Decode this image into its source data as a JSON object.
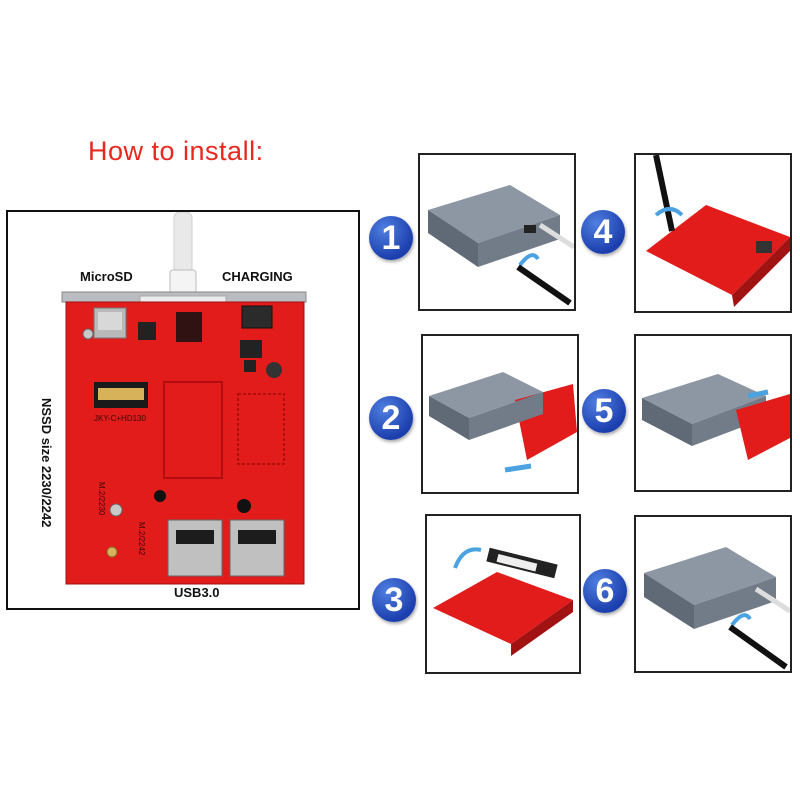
{
  "title": "How to install:",
  "board": {
    "label_microsd": "MicroSD",
    "label_charging": "CHARGING",
    "label_usb": "USB3.0",
    "label_nssd": "NSSD size 2230/2242",
    "silk_jky": "JKY-C+HD130",
    "silk_m2_2230": "M.2/2230",
    "silk_m2_2242": "M.2/2242"
  },
  "steps": [
    {
      "num": "1"
    },
    {
      "num": "2"
    },
    {
      "num": "3"
    },
    {
      "num": "4"
    },
    {
      "num": "5"
    },
    {
      "num": "6"
    }
  ],
  "colors": {
    "title_red": "#e8281e",
    "pcb_red": "#e21b1b",
    "enclosure_gray": "#6f7a86",
    "step_blue": "#1f4fc0"
  }
}
